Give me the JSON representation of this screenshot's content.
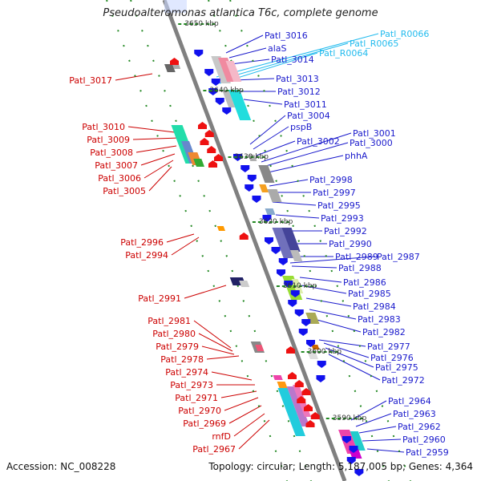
{
  "title": "Pseudoalteromonas atlantica T6c, complete genome",
  "footer_left": "Accession: NC_008228",
  "footer_right": "Topology: circular; Length: 5,187,005 bp; Genes: 4,364",
  "colors": {
    "backbone": "#808080",
    "red_label": "#cc0000",
    "blue_label": "#1a1acc",
    "cyan_label": "#22bbee",
    "tick": "#228822",
    "plus_arrow": "#ee1111",
    "minus_arrow": "#1111ee"
  },
  "ticks": [
    {
      "label": "3650 kbp"
    },
    {
      "label": "3640 kbp"
    },
    {
      "label": "3630 kbp"
    },
    {
      "label": "3620 kbp"
    },
    {
      "label": "3610 kbp"
    },
    {
      "label": "3600 kbp"
    },
    {
      "label": "3590 kbp"
    }
  ],
  "labels_left": [
    "Patl_3017",
    "Patl_3010",
    "Patl_3009",
    "Patl_3008",
    "Patl_3007",
    "Patl_3006",
    "Patl_3005",
    "Patl_2996",
    "Patl_2994",
    "Patl_2991",
    "Patl_2981",
    "Patl_2980",
    "Patl_2979",
    "Patl_2978",
    "Patl_2974",
    "Patl_2973",
    "Patl_2971",
    "Patl_2970",
    "Patl_2969",
    "rnfD",
    "Patl_2967"
  ],
  "labels_right": [
    "Patl_3016",
    "alaS",
    "Patl_3014",
    "Patl_3013",
    "Patl_3012",
    "Patl_3011",
    "Patl_3004",
    "pspB",
    "Patl_3002",
    "Patl_3001",
    "Patl_3000",
    "phhA",
    "Patl_2998",
    "Patl_2997",
    "Patl_2995",
    "Patl_2993",
    "Patl_2992",
    "Patl_2990",
    "Patl_2989",
    "Patl_2987",
    "Patl_2988",
    "Patl_2986",
    "Patl_2985",
    "Patl_2984",
    "Patl_2983",
    "Patl_2982",
    "Patl_2977",
    "Patl_2976",
    "Patl_2975",
    "Patl_2972",
    "Patl_2964",
    "Patl_2963",
    "Patl_2962",
    "Patl_2960",
    "Patl_2959"
  ],
  "labels_rna": [
    "Patl_R0066",
    "Patl_R0065",
    "Patl_R0064"
  ]
}
